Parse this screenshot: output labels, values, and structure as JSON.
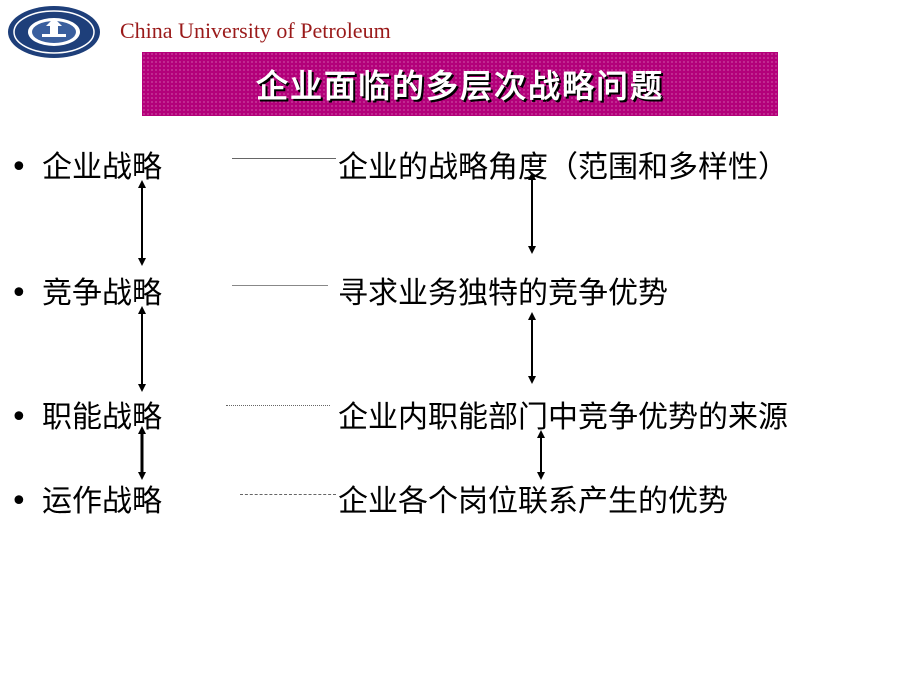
{
  "header": {
    "university_name": "China University of  Petroleum",
    "logo_icon": "university-seal-icon"
  },
  "title": "企业面临的多层次战略问题",
  "rows": [
    {
      "bullet": "•",
      "left": "企业战略",
      "right": "企业的战略角度（范围和多样性）"
    },
    {
      "bullet": "•",
      "left": "竞争战略",
      "right": "寻求业务独特的竞争优势"
    },
    {
      "bullet": "•",
      "left": "职能战略",
      "right": "企业内职能部门中竞争优势的来源"
    },
    {
      "bullet": "•",
      "left": "运作战略",
      "right": "企业各个岗位联系产生的优势"
    }
  ],
  "colors": {
    "title_bg": "#b3007a",
    "title_text": "#ffffff",
    "university_text": "#9a1a1a"
  }
}
